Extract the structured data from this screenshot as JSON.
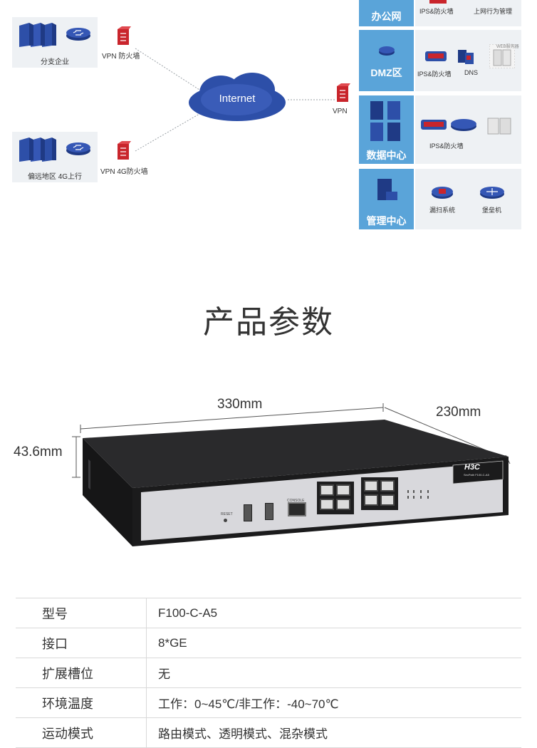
{
  "diagram": {
    "branch_site": {
      "label": "分支企业",
      "fw_label": "VPN 防火墙"
    },
    "remote_site": {
      "label": "偏远地区 4G上行",
      "fw_label": "VPN 4G防火墙"
    },
    "cloud_label": "Internet",
    "hq_fw_label": "VPN",
    "zones": [
      {
        "name": "办公网",
        "items": [
          "IPS&防火墙",
          "上网行为管理"
        ]
      },
      {
        "name": "DMZ区",
        "items": [
          "IPS&防火墙",
          "DNS"
        ],
        "server_tag": "WEB服务器"
      },
      {
        "name": "数据中心",
        "items": [
          "IPS&防火墙"
        ]
      },
      {
        "name": "管理中心",
        "items": [
          "漏扫系统",
          "堡垒机"
        ]
      }
    ]
  },
  "section_title": "产品参数",
  "dimensions": {
    "width": "330mm",
    "depth": "230mm",
    "height": "43.6mm"
  },
  "device": {
    "brand": "H3C",
    "model_caption": "SecPath F100-C-A5",
    "reset_label": "RESET",
    "console_label": "CONSOLE"
  },
  "specs": [
    {
      "key": "型号",
      "value": "F100-C-A5"
    },
    {
      "key": "接口",
      "value": "8*GE"
    },
    {
      "key": "扩展槽位",
      "value": "无"
    },
    {
      "key": "环境温度",
      "value": "工作：0~45℃/非工作：-40~70℃"
    },
    {
      "key": "运动模式",
      "value": "路由模式、透明模式、混杂模式"
    }
  ],
  "colors": {
    "zone_blue": "#5aa4d9",
    "firewall_red": "#c9252c",
    "server_blue": "#2d4fa8"
  }
}
